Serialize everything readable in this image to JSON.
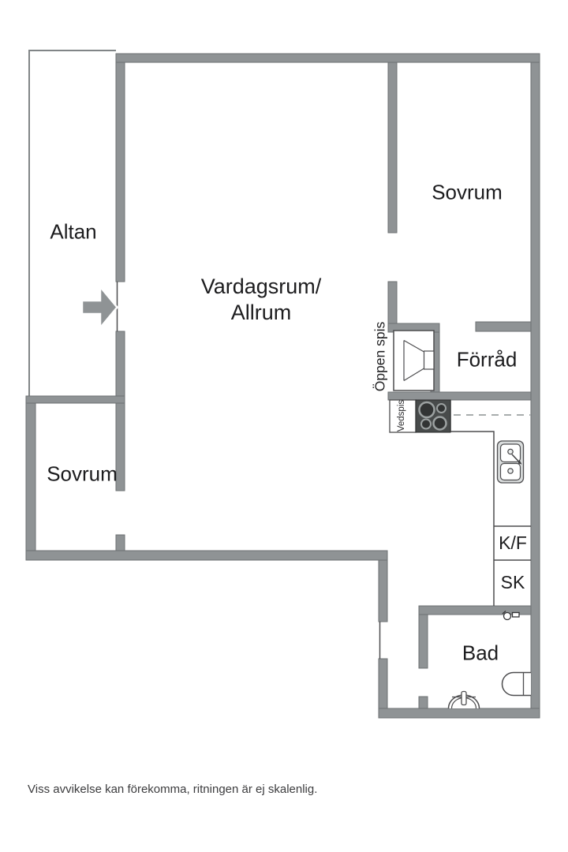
{
  "colors": {
    "wall": "#8f9395",
    "wall-edge": "#6e7173",
    "line": "#4d4d4f",
    "thin-outline": "#818587",
    "dashed": "#a8acac",
    "stove-body": "#484b4b",
    "stove-burner": "#323434",
    "burner-ring": "#9ca1a1",
    "sink-fill": "#d9dcdc",
    "text": "#1c1c1e"
  },
  "floorplan": {
    "rooms": {
      "altan": "Altan",
      "living_line1": "Vardagsrum/",
      "living_line2": "Allrum",
      "bedroom_right": "Sovrum",
      "bedroom_left": "Sovrum",
      "storage": "Förråd",
      "bathroom": "Bad"
    },
    "fixtures": {
      "open_fireplace": "Öppen spis",
      "wood_stove": "Vedspis",
      "fridge_freezer": "K/F",
      "cabinet": "SK"
    },
    "icons": [
      "entrance-arrow",
      "fireplace",
      "wood-stove-burners",
      "kitchen-sink",
      "washbasin",
      "toilet",
      "bathtub"
    ]
  },
  "footer": {
    "disclaimer": "Viss avvikelse kan förekomma, ritningen är ej skalenlig."
  }
}
